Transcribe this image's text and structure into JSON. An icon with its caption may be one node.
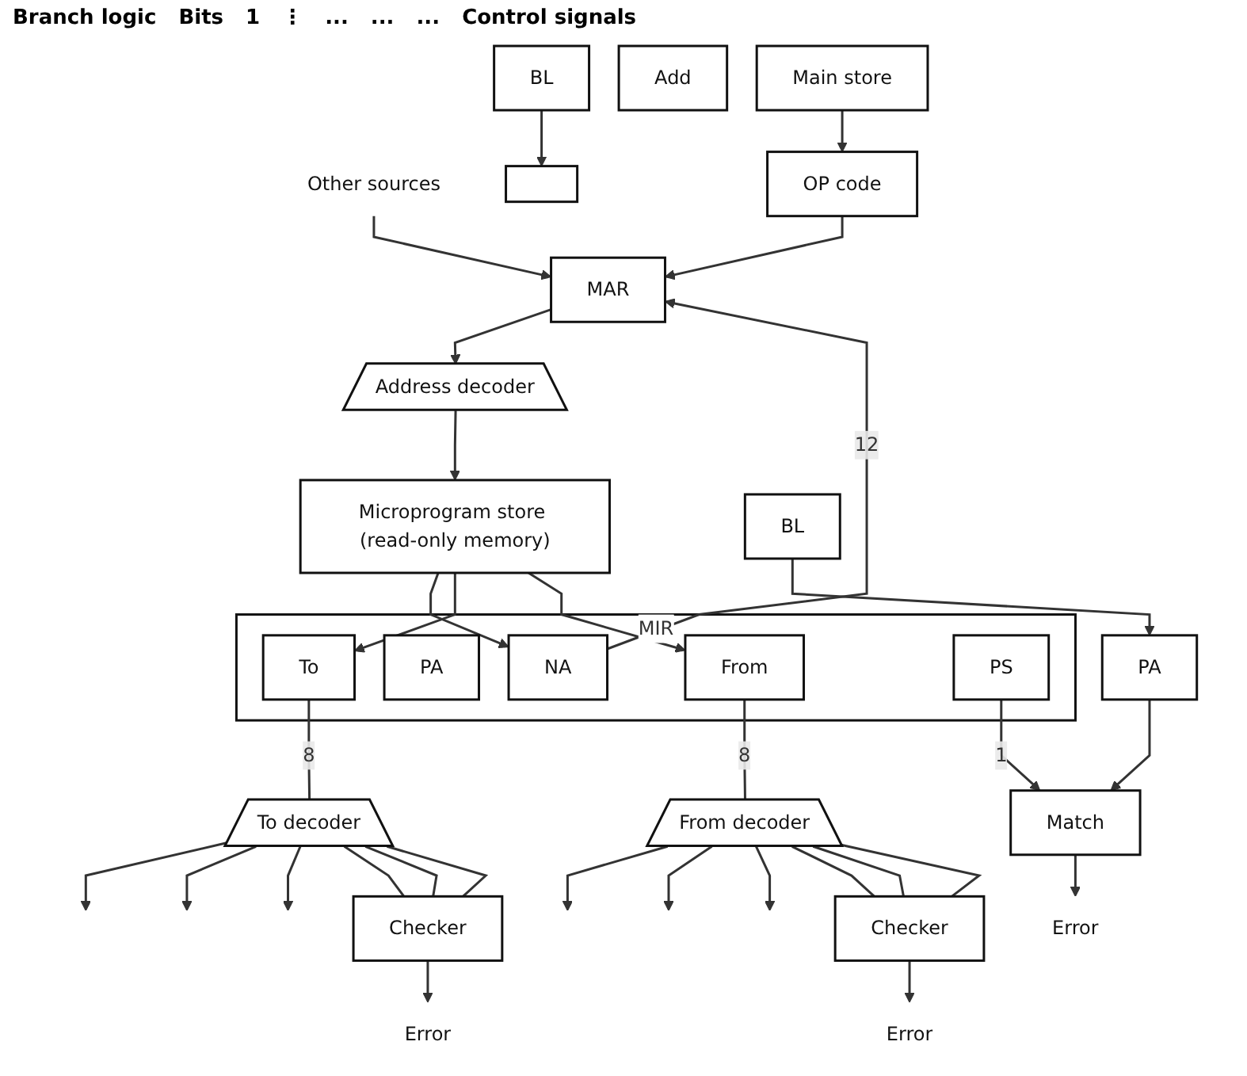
{
  "diagram": {
    "nodes": [
      {
        "text": [
          "Other sources"
        ]
      },
      {
        "text": [
          "MAR"
        ]
      },
      {
        "text": [],
        "shape": "box"
      },
      {
        "text": [
          "PA"
        ]
      },
      {
        "text": [
          "Address decoder"
        ]
      },
      {
        "text": [
          "Microprogram store (read-only memory)"
        ]
      },
      {
        "text": [
          "BL"
        ]
      },
      {
        "text": [
          "BL"
        ]
      },
      {
        "text": [
          "MIR"
        ]
      },
      {
        "text": [
          "NA"
        ],
        "in": 8
      },
      {
        "text": [
          "PA"
        ],
        "in": 8
      },
      {
        "text": [
          "To"
        ],
        "in": 8
      },
      {
        "text": [
          "From"
        ],
        "in": 8
      },
      {
        "text": [
          "PS"
        ],
        "in": 8
      },
      {
        "text": [
          "Match"
        ]
      },
      {
        "text": [
          "Error"
        ]
      },
      {
        "text": [
          "To decoder"
        ]
      },
      {
        "text": [
          "From decoder"
        ]
      },
      {
        "text": [
          "Checker"
        ]
      },
      {
        "text": [
          "Error"
        ]
      },
      {
        "text": [
          "Checker"
        ]
      },
      {
        "text": [
          "Error"
        ]
      },
      {
        "text": [
          "OP code"
        ]
      },
      {
        "text": [
          "Add"
        ]
      },
      {
        "text": [
          "Main store"
        ]
      }
    ],
    "edges": [
      {
        "from": 0,
        "to": 1,
        "arrow": "to"
      },
      {
        "from": 22,
        "to": 1,
        "arrow": "to"
      },
      {
        "from": 9,
        "to": 1,
        "arrow": "to",
        "label": "12"
      },
      {
        "from": 6,
        "to": 2,
        "arrow": "to"
      },
      {
        "from": 7,
        "to": 3,
        "arrow": "to"
      },
      {
        "from": 1,
        "to": 4,
        "arrow": "to"
      },
      {
        "from": 4,
        "to": 5,
        "arrow": "to"
      },
      {
        "from": 5,
        "to": 9,
        "arrow": "to"
      },
      {
        "from": 5,
        "to": 11,
        "arrow": "to"
      },
      {
        "from": 5,
        "to": 12,
        "arrow": "to"
      },
      {
        "from": 3,
        "to": 14,
        "arrow": "to"
      },
      {
        "from": 13,
        "to": 14,
        "arrow": "to",
        "label": "1"
      },
      {
        "from": 14,
        "to": 15,
        "arrow": "to"
      },
      {
        "from": 11,
        "to": 16,
        "arrow": "none",
        "label": "8"
      },
      {
        "from": 12,
        "to": 17,
        "arrow": "none",
        "label": "8"
      },
      {
        "from": 16,
        "to": null,
        "arrow": "to"
      },
      {
        "from": 16,
        "to": null,
        "arrow": "to"
      },
      {
        "from": 16,
        "to": null,
        "arrow": "to"
      },
      {
        "from": 17,
        "to": null,
        "arrow": "to"
      },
      {
        "from": 17,
        "to": null,
        "arrow": "to"
      },
      {
        "from": 17,
        "to": null,
        "arrow": "to"
      },
      {
        "from": 16,
        "to": 18,
        "arrow": "none"
      },
      {
        "from": 16,
        "to": 18,
        "arrow": "none"
      },
      {
        "from": 16,
        "to": 18,
        "arrow": "none"
      },
      {
        "from": 17,
        "to": 20,
        "arrow": "none"
      },
      {
        "from": 17,
        "to": 20,
        "arrow": "none"
      },
      {
        "from": 17,
        "to": 20,
        "arrow": "none"
      },
      {
        "from": 18,
        "to": 19,
        "arrow": "to"
      },
      {
        "from": 20,
        "to": 21,
        "arrow": "to"
      },
      {
        "from": 24,
        "to": 22,
        "arrow": "to"
      }
    ],
    "labels": [
      "Branch logic",
      "Bits",
      "1",
      "⋮",
      "...",
      "...",
      "...",
      "Control signals"
    ]
  }
}
